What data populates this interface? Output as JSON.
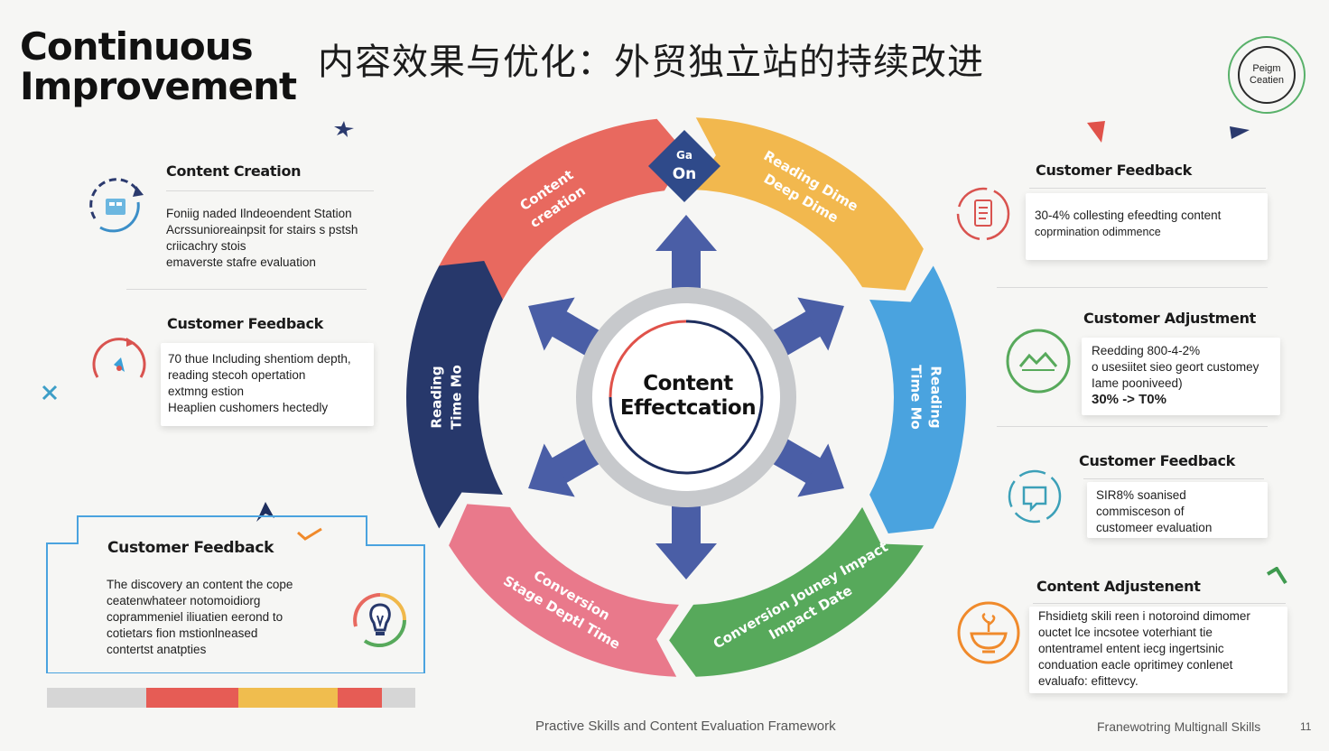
{
  "header": {
    "title_en_line1": "Continuous",
    "title_en_line2": "Improvement",
    "title_zh": "内容效果与优化：外贸独立站的持续改进",
    "badge_line1": "Peigm",
    "badge_line2": "Ceatien"
  },
  "diagram": {
    "center_line1": "Content",
    "center_line2": "Effectcation",
    "segments": [
      {
        "label_line1": "Content",
        "label_line2": "creation",
        "color": "#e8695f"
      },
      {
        "label_line1": "Reading Dime",
        "label_line2": "Deep Dime",
        "color": "#f2b84e"
      },
      {
        "label_line1": "Reading",
        "label_line2": "Time Mo",
        "color": "#4aa3df"
      },
      {
        "label_line1": "Impact Date",
        "label_line2": "Conversion Jouney Impact",
        "color": "#57a95b"
      },
      {
        "label_line1": "Stage Deptl Time",
        "label_line2": "Conversion",
        "color": "#e9798b"
      },
      {
        "label_line1": "Reading",
        "label_line2": "Time Mo",
        "color": "#27386b"
      }
    ],
    "top_marker_line1": "Ga",
    "top_marker_line2": "On",
    "top_marker_color": "#2f4a8a",
    "arrow_color": "#4a5ea6"
  },
  "left_cards": [
    {
      "title": "Content Creation",
      "lines": [
        "Foniig naded Ilndeoendent Station",
        "Acrssunioreainpsit for stairs s pstsh",
        "criicachry stois",
        "emaverste stafre evaluation"
      ]
    },
    {
      "title": "Customer Feedback",
      "lines": [
        "70 thue Including shentiom depth,",
        "reading stecoh opertation",
        "extmng estion",
        "Heaplien cushomers hectedly"
      ]
    },
    {
      "title": "Customer Feedback",
      "lines": [
        "The discovery an content the cope",
        "ceatenwhateer notomoidiorg",
        "coprammeniel iliuatien eerond to",
        "cotietars fion mstionlneased",
        "contertst anatpties"
      ]
    }
  ],
  "right_cards": [
    {
      "title": "Customer Feedback",
      "lines": [
        "30-4% collesting efeedting content",
        "coprmination odimmence"
      ]
    },
    {
      "title": "Customer Adjustment",
      "lines": [
        "Reedding 800-4-2%",
        "o usesiitet sieo geort customey",
        "Iame pooniveed)",
        "30% -> T0%"
      ]
    },
    {
      "title": "Customer Feedback",
      "lines": [
        "SIR8% soanised",
        "commisceson of",
        "customeer evaluation"
      ]
    },
    {
      "title": "Content Adjustenent",
      "lines": [
        "Fhsidietg skili reen i notoroind dimomer",
        "ouctet lce incsotee voterhiant tie",
        "ontentramel entent iecg ingertsinic",
        "conduation eacle opritimey conlenet",
        "evaluafo: efittevcy."
      ]
    }
  ],
  "colors": {
    "red": "#e46b5e",
    "yellow": "#f0b84a",
    "blue": "#4aa3df",
    "green": "#57a95b",
    "pink": "#e9798b",
    "navy": "#27386b",
    "orange": "#f08a2b",
    "teal": "#3ca0b8"
  },
  "progress_bar": {
    "segments": [
      {
        "start": 0.27,
        "end": 0.52,
        "color": "#e65c55"
      },
      {
        "start": 0.52,
        "end": 0.79,
        "color": "#f0bd4e"
      },
      {
        "start": 0.79,
        "end": 0.91,
        "color": "#e65c55"
      }
    ]
  },
  "footer": {
    "center": "Practive Skills and Content Evaluation Framework",
    "right": "Franewotring Multignall Skills",
    "page": "11"
  }
}
